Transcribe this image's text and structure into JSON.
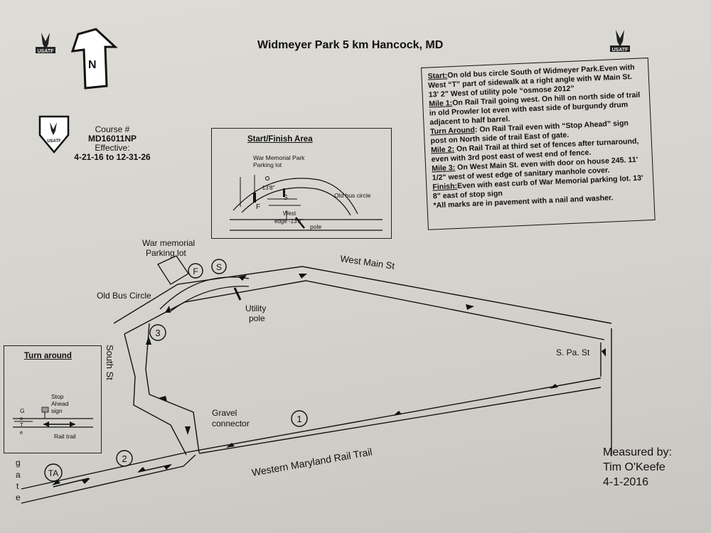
{
  "title": "Widmeyer Park 5 km  Hancock, MD",
  "north_label": "N",
  "logo": {
    "text": "USATF"
  },
  "course": {
    "label": "Course #",
    "number": "MD16011NP",
    "effective_label": "Effective:",
    "dates": "4-21-16 to 12-31-26"
  },
  "notes": {
    "start_head": "Start:",
    "start_text": "On old bus circle South of Widmeyer Park.Even with West “T” part of sidewalk at a right angle with W Main St. 13' 2\" West of utility pole “osmose 2012”",
    "mile1_head": "Mile 1:",
    "mile1_text": "On Rail Trail going west. On hill on north side of trail in old Prowler lot even with east side of burgundy drum adjacent to half barrel.",
    "turn_head": "Turn Around",
    "turn_text": ": On Rail Trail even with “Stop Ahead” sign post on North side of trail East of gate.",
    "mile2_head": "Mile 2:",
    "mile2_text": " On Rail Trail at third set of fences after turnaround, even with 3rd post east of west end of fence.",
    "mile3_head": "Mile 3:",
    "mile3_text": " On West Main St. even with door on house 245. 11' 1/2\" west of west edge of sanitary manhole cover.",
    "finish_head": "Finish:",
    "finish_text": "Even with east curb of War Memorial parking lot. 13' 8\" east of stop sign",
    "footnote": "*All marks are in pavement with a nail and washer."
  },
  "start_finish_inset": {
    "title": "Start/Finish Area",
    "parking_line1": "War Memorial Park",
    "parking_line2": "Parking lot",
    "dim_top": "-13'8\"",
    "s_marker": "S",
    "f_marker": "F",
    "bus_circle": "Old bus circle",
    "west_edge_1": "West",
    "west_edge_2": "edge",
    "dim_bottom": "-13'2\"",
    "pole": "pole"
  },
  "turnaround_inset": {
    "title": "Turn around",
    "stop_sign_1": "Stop",
    "stop_sign_2": "Ahead",
    "stop_sign_3": "sign",
    "gate_letters": [
      "G",
      "a",
      "T",
      "e"
    ],
    "rail_trail": "Rail trail"
  },
  "map": {
    "war_memorial_1": "War memorial",
    "war_memorial_2": "Parking lot",
    "finish_marker": "F",
    "start_marker": "S",
    "old_bus_circle": "Old Bus Circle",
    "utility_pole_1": "Utility",
    "utility_pole_2": "pole",
    "west_main_st": "West Main St",
    "s_pa_st": "S. Pa. St",
    "south_st": "South St",
    "gravel_1": "Gravel",
    "gravel_2": "connector",
    "rail_trail": "Western Maryland Rail Trail",
    "mile1": "1",
    "mile2": "2",
    "mile3": "3",
    "turnaround": "TA",
    "gate_letters": [
      "g",
      "a",
      "t",
      "e"
    ]
  },
  "measured": {
    "label": "Measured by:",
    "name": "Tim O'Keefe",
    "date": "4-1-2016"
  }
}
